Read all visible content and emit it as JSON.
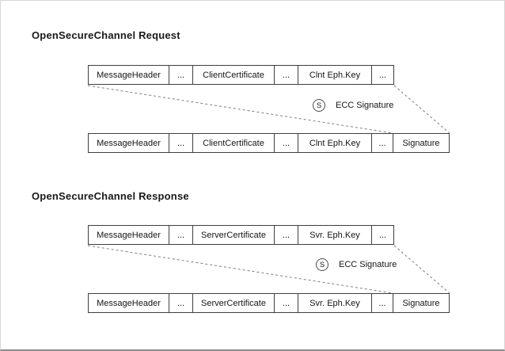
{
  "sections": [
    {
      "title": "OpenSecureChannel Request",
      "unsigned_row": [
        "MessageHeader",
        "...",
        "ClientCertificate",
        "...",
        "Clnt Eph.Key",
        "..."
      ],
      "ecc": {
        "badge": "S",
        "label": "ECC Signature"
      },
      "signed_row": [
        "MessageHeader",
        "...",
        "ClientCertificate",
        "...",
        "Clnt Eph.Key",
        "...",
        "Signature"
      ]
    },
    {
      "title": "OpenSecureChannel Response",
      "unsigned_row": [
        "MessageHeader",
        "...",
        "ServerCertificate",
        "...",
        "Svr. Eph.Key",
        "..."
      ],
      "ecc": {
        "badge": "S",
        "label": "ECC Signature"
      },
      "signed_row": [
        "MessageHeader",
        "...",
        "ServerCertificate",
        "...",
        "Svr. Eph.Key",
        "...",
        "Signature"
      ]
    }
  ],
  "colors": {
    "box_border": "#3f3f3f",
    "dash_color": "#7f7f7f",
    "text_color": "#161616",
    "title_color": "#1a1a1a",
    "badge_border": "#4d4d4d",
    "frame_border": "#d6d6d6",
    "frame_border_bottom": "#8a8a8a"
  }
}
